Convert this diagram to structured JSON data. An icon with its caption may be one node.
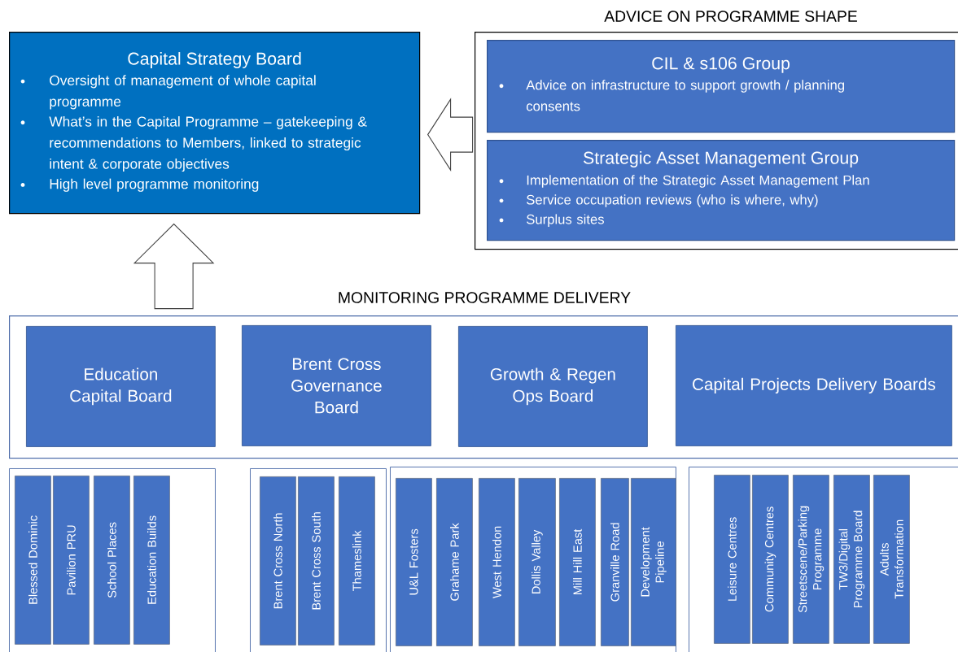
{
  "diagram": {
    "nodes": [
      {
        "text": [
          "Capital Strategy Board",
          "Oversight of management of whole capital programme",
          "What’s in the Capital Programme – gatekeeping & recommendations to Members, linked to strategic intent & corporate objectives",
          "High level programme monitoring"
        ]
      },
      {
        "text": [
          "ADVICE ON PROGRAMME SHAPE"
        ]
      },
      {
        "text": [
          "CIL & s106 Group",
          "Advice on infrastructure to support growth / planning consents"
        ],
        "in": 1
      },
      {
        "text": [
          "Strategic Asset Management Group",
          "Implementation of the Strategic Asset Management Plan",
          "Service occupation reviews (who is where, why)",
          "Surplus sites"
        ],
        "in": 1
      },
      {
        "text": [
          "MONITORING PROGRAMME DELIVERY"
        ]
      },
      {
        "text": [
          "Education Capital Board"
        ],
        "in": 4
      },
      {
        "text": [
          "Brent Cross Governance Board"
        ],
        "in": 4
      },
      {
        "text": [
          "Growth & Regen Ops Board"
        ],
        "in": 4
      },
      {
        "text": [
          "Capital Projects Delivery Boards"
        ],
        "in": 4
      },
      {
        "text": [],
        "shape": "box"
      },
      {
        "text": [
          "Blessed Dominic"
        ],
        "in": 9
      },
      {
        "text": [
          "Pavilion PRU"
        ],
        "in": 9
      },
      {
        "text": [
          "School Places"
        ],
        "in": 9
      },
      {
        "text": [
          "Education Builds"
        ],
        "in": 9
      },
      {
        "text": [],
        "shape": "box"
      },
      {
        "text": [
          "Brent Cross North"
        ],
        "in": 14
      },
      {
        "text": [
          "Brent Cross South"
        ],
        "in": 14
      },
      {
        "text": [
          "Thameslink"
        ],
        "in": 14
      },
      {
        "text": [],
        "shape": "box"
      },
      {
        "text": [
          "U&L Fosters"
        ],
        "in": 18
      },
      {
        "text": [
          "Grahame Park"
        ],
        "in": 18
      },
      {
        "text": [
          "West Hendon"
        ],
        "in": 18
      },
      {
        "text": [
          "Dollis Valley"
        ],
        "in": 18
      },
      {
        "text": [
          "Mill Hill East"
        ],
        "in": 18
      },
      {
        "text": [
          "Granville Road"
        ],
        "in": 18
      },
      {
        "text": [
          "Development Pipeline"
        ],
        "in": 18
      },
      {
        "text": [],
        "shape": "box"
      },
      {
        "text": [
          "Leisure Centres"
        ],
        "in": 26
      },
      {
        "text": [
          "Community Centres"
        ],
        "in": 26
      },
      {
        "text": [
          "Streetscene/Parking Programme"
        ],
        "in": 26
      },
      {
        "text": [
          "TW3/Digital Programme Board"
        ],
        "in": 26
      },
      {
        "text": [
          "Adults Transformation"
        ],
        "in": 26
      }
    ],
    "edges": [
      {
        "from": 4,
        "to": 0,
        "arrow": "to"
      },
      {
        "from": 1,
        "to": 0,
        "arrow": "to"
      }
    ]
  }
}
